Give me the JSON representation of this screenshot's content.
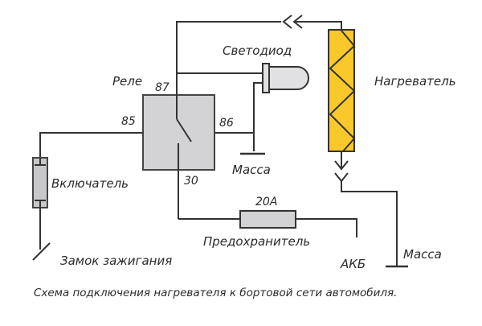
{
  "diagram": {
    "title": "Схема подключения нагревателя к бортовой сети автомобиля.",
    "colors": {
      "wire": "#333333",
      "relay_fill": "#d3d3d5",
      "heater_fill": "#f9c82a",
      "led_fill": "#e1e1e3",
      "text": "#2b2b2b"
    },
    "components": {
      "relay": {
        "label": "Реле",
        "pins": {
          "p85": "85",
          "p86": "86",
          "p87": "87",
          "p30": "30"
        }
      },
      "led": {
        "label": "Светодиод"
      },
      "heater": {
        "label": "Нагреватель"
      },
      "switch": {
        "label": "Включатель"
      },
      "ignition": {
        "label": "Замок зажигания"
      },
      "fuse": {
        "label": "Предохранитель",
        "rating": "20A"
      },
      "battery": {
        "label": "АКБ"
      },
      "ground_led": {
        "label": "Масса"
      },
      "ground_heater": {
        "label": "Масса"
      }
    }
  }
}
